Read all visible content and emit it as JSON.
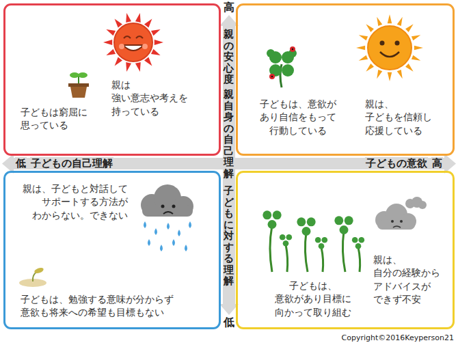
{
  "diagram": {
    "nodes": [
      {
        "text": [
          "親は 強い意志や考えを 持っている",
          "子どもは窮屈に 思っている"
        ]
      },
      {
        "text": [
          "子どもは、意欲が あり自信をもって 行動している",
          "親は、 子どもを信頼し 応援している"
        ]
      },
      {
        "text": [
          "親は、子どもと対話して サポートする方法が わからない。できない",
          "子どもは、勉強する意味が分からず 意欲も将来への希望も目標もない"
        ]
      },
      {
        "text": [
          "親は、 自分の経験から アドバイスが できず不安",
          "子どもは、 意欲があり目標に 向かって取り組む"
        ]
      }
    ],
    "labels": [
      "高",
      "親の安心度",
      "親自身の自己理解",
      "低",
      "子どもの自己理解",
      "子どもの意欲",
      "高",
      "子どもに対する理解",
      "低",
      "Copyright©2016Keyperson21"
    ]
  }
}
